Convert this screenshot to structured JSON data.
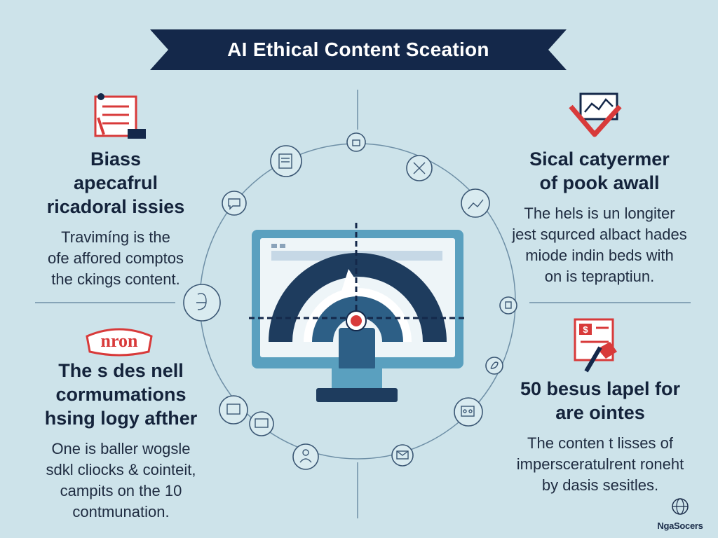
{
  "banner": {
    "title": "AI Ethical Content Sceation"
  },
  "blocks": {
    "top_left": {
      "heading": [
        "Biass",
        "apecafrul",
        "ricadoral issies"
      ],
      "body": [
        "Travimíng is the",
        "ofe affored comptos",
        "the ckings content."
      ]
    },
    "top_right": {
      "heading": [
        "Sical catyermer",
        "of pook awall"
      ],
      "body": [
        "The hels is un longiter",
        "jest squrced albact hades",
        "miode indin beds with",
        "on is tepraptiun."
      ]
    },
    "bottom_left": {
      "badge": "nron",
      "heading": [
        "The s des nell",
        "cormumations",
        "hsing logy afther"
      ],
      "body": [
        "One is baller wogsle",
        "sdkl cliocks & cointeit,",
        "campits on the 10",
        "contmunation."
      ]
    },
    "bottom_right": {
      "heading": [
        "50 besus lapel for",
        "are ointes"
      ],
      "body": [
        "The conten t lisses of",
        "imperscerаtulrent roneht",
        "by dasis sesitles."
      ]
    }
  },
  "brand": {
    "name": "NgaSocers"
  },
  "colors": {
    "background": "#cde3ea",
    "navy": "#14284a",
    "accent_red": "#d83a3a",
    "steel_blue": "#5aa0bf"
  }
}
